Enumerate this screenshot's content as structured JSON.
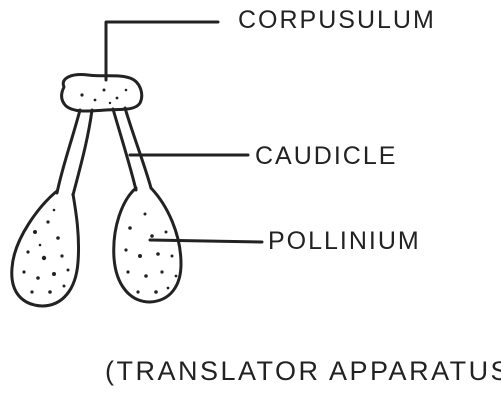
{
  "labels": {
    "corpusculum": "CORPUSULUM",
    "caudicle": "CAUDICLE",
    "pollinium": "POLLINIUM"
  },
  "caption": "(TRANSLATOR APPARATUS)",
  "colors": {
    "ink": "#222222",
    "background": "#ffffff"
  }
}
